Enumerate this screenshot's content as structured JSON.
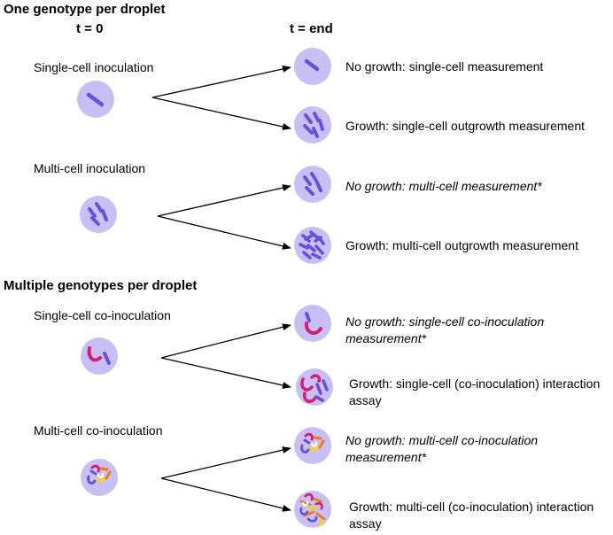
{
  "section1": {
    "heading": "One genotype per droplet",
    "col_t0": "t = 0",
    "col_tend": "t = end",
    "single_inoc_label": "Single-cell inoculation",
    "multi_inoc_label": "Multi-cell inoculation",
    "outcome_1": "No growth: single-cell measurement",
    "outcome_2": "Growth: single-cell outgrowth measurement",
    "outcome_3": "No growth: multi-cell measurement*",
    "outcome_4": "Growth: multi-cell outgrowth measurement"
  },
  "section2": {
    "heading": "Multiple genotypes per droplet",
    "single_coinoc_label": "Single-cell co-inoculation",
    "multi_coinoc_label": "Multi-cell co-inoculation",
    "outcome_5_line1": "No growth: single-cell co-inoculation",
    "outcome_5_line2": "measurement*",
    "outcome_6_line1": "Growth: single-cell (co-inoculation) interaction",
    "outcome_6_line2": "assay",
    "outcome_7_line1": "No growth: multi-cell co-inoculation",
    "outcome_7_line2": "measurement*",
    "outcome_8_line1": "Growth: multi-cell (co-inoculation) interaction",
    "outcome_8_line2": "assay"
  },
  "colors": {
    "droplet": "#c8c0f4",
    "cell_purple": "#6a50d8",
    "cell_magenta": "#d0207a",
    "cell_orange": "#f07a2a",
    "cell_yellow": "#f2d030",
    "cell_white": "#ffffff",
    "arrow": "#000000"
  }
}
